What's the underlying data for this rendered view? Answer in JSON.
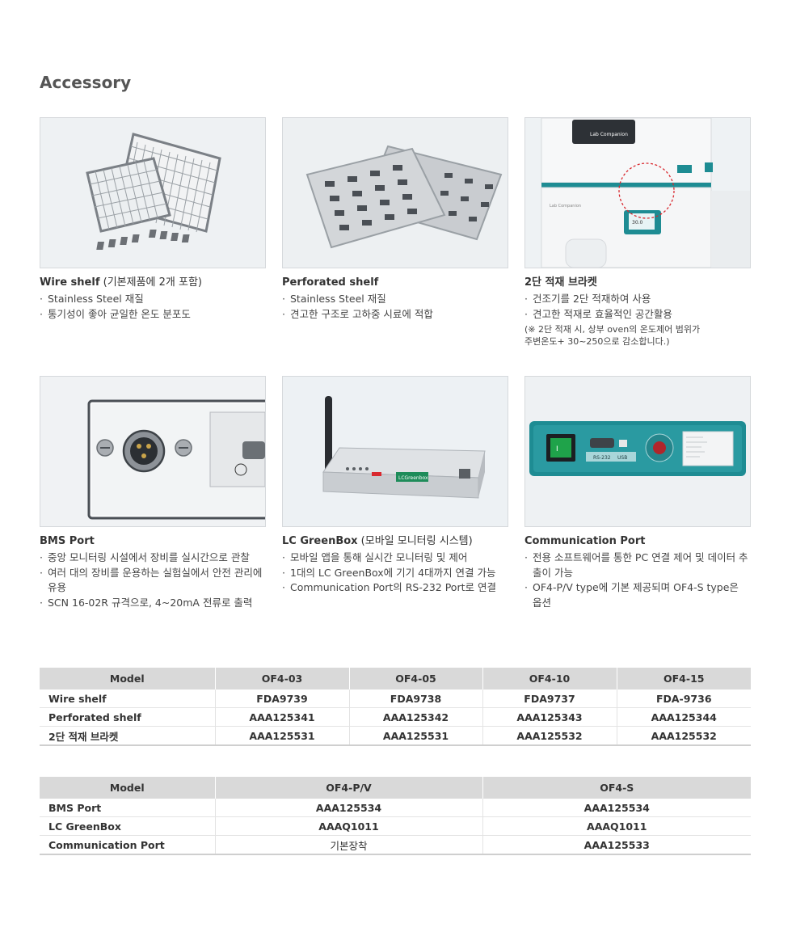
{
  "page": {
    "title": "Accessory"
  },
  "cards": [
    {
      "name": "Wire shelf",
      "sub": " (기본제품에 2개 포함)",
      "bullets": [
        "Stainless Steel 재질",
        "통기성이 좋아 균일한 온도 분포도"
      ]
    },
    {
      "name": "Perforated shelf",
      "sub": "",
      "bullets": [
        "Stainless Steel 재질",
        "견고한 구조로 고하중 시료에 적합"
      ]
    },
    {
      "name": "2단 적재 브라켓",
      "sub": "",
      "bullets": [
        "건조기를 2단 적재하여 사용",
        "견고한 적재로 효율적인 공간활용"
      ],
      "note": [
        "(※ 2단 적재 시, 상부 oven의 온도제어 범위가",
        "주변온도+ 30~250으로 감소합니다.)"
      ],
      "image_text": {
        "brand": "Lab Companion",
        "display": "30.0"
      }
    },
    {
      "name": "BMS Port",
      "sub": "",
      "bullets": [
        "중앙 모니터링 시설에서 장비를 실시간으로 관찰",
        "여러 대의 장비를 운용하는 실험실에서 안전 관리에 유용",
        "SCN 16-02R 규격으로, 4~20mA 전류로 출력"
      ]
    },
    {
      "name": "LC GreenBox",
      "sub": " (모바일 모니터링 시스템)",
      "bullets": [
        "모바일 앱을 통해 실시간 모니터링 및 제어",
        "1대의 LC GreenBox에 기기 4대까지 연결 가능",
        "Communication Port의 RS-232 Port로 연결"
      ],
      "image_text": {
        "label": "LCGreenbox"
      }
    },
    {
      "name": "Communication Port",
      "sub": "",
      "bullets": [
        "전용 소프트웨어를 통한 PC 연결 제어 및 데이터 추출이 가능",
        "OF4-P/V type에 기본 제공되며 OF4-S type은 옵션"
      ],
      "image_text": {
        "rs232": "RS-232",
        "usb": "USB"
      }
    }
  ],
  "table1": {
    "headers": [
      "Model",
      "OF4-03",
      "OF4-05",
      "OF4-10",
      "OF4-15"
    ],
    "rows": [
      {
        "label": "Wire shelf",
        "cells": [
          "FDA9739",
          "FDA9738",
          "FDA9737",
          "FDA-9736"
        ]
      },
      {
        "label": "Perforated shelf",
        "cells": [
          "AAA125341",
          "AAA125342",
          "AAA125343",
          "AAA125344"
        ]
      },
      {
        "label": "2단 적재 브라켓",
        "cells": [
          "AAA125531",
          "AAA125531",
          "AAA125532",
          "AAA125532"
        ]
      }
    ]
  },
  "table2": {
    "headers": [
      "Model",
      "OF4-P/V",
      "OF4-S"
    ],
    "rows": [
      {
        "label": "BMS Port",
        "cells": [
          "AAA125534",
          "AAA125534"
        ]
      },
      {
        "label": "LC GreenBox",
        "cells": [
          "AAAQ1011",
          "AAAQ1011"
        ]
      },
      {
        "label": "Communication Port",
        "cells": [
          "기본장착",
          "AAA125533"
        ]
      }
    ]
  },
  "colors": {
    "teal": "#1e8c93",
    "header_bg": "#d9d9d9",
    "border": "#d6d9dc"
  }
}
